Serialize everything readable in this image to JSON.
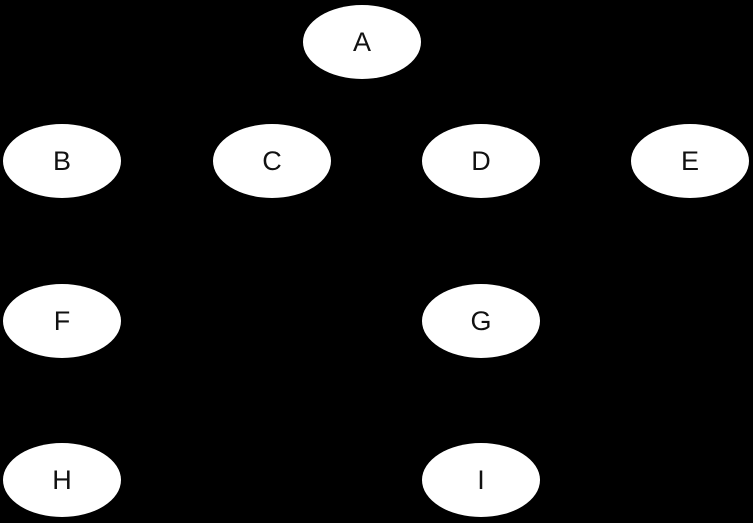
{
  "diagram": {
    "type": "graph",
    "background_color": "#000000",
    "node_fill": "#ffffff",
    "node_shape": "ellipse",
    "node_text_color": "#111111",
    "edges_visible": [],
    "rows": [
      [
        "A"
      ],
      [
        "B",
        "C",
        "D",
        "E"
      ],
      [
        "F",
        "G"
      ],
      [
        "H",
        "I"
      ]
    ],
    "nodes": [
      {
        "id": "A",
        "label": "A"
      },
      {
        "id": "B",
        "label": "B"
      },
      {
        "id": "C",
        "label": "C"
      },
      {
        "id": "D",
        "label": "D"
      },
      {
        "id": "E",
        "label": "E"
      },
      {
        "id": "F",
        "label": "F"
      },
      {
        "id": "G",
        "label": "G"
      },
      {
        "id": "H",
        "label": "H"
      },
      {
        "id": "I",
        "label": "I"
      }
    ]
  }
}
